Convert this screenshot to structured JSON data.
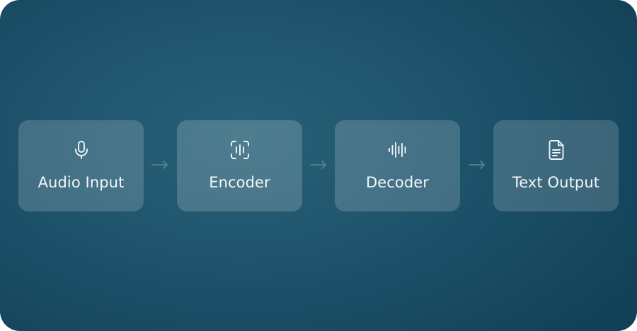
{
  "pipeline": {
    "steps": [
      {
        "label": "Audio Input",
        "icon": "microphone-icon"
      },
      {
        "label": "Encoder",
        "icon": "scan-waveform-icon"
      },
      {
        "label": "Decoder",
        "icon": "audio-waveform-icon"
      },
      {
        "label": "Text Output",
        "icon": "document-icon"
      }
    ],
    "connector": "arrow-right-icon"
  },
  "colors": {
    "background": "#1c5069",
    "box_fill": "rgba(255,255,255,0.17)",
    "text": "#f2f7fa",
    "arrow": "#4f8499"
  }
}
